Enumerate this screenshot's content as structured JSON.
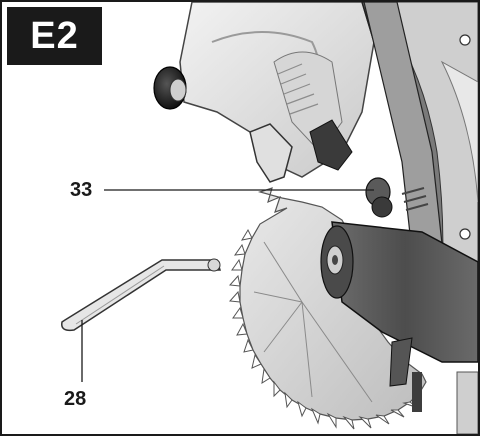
{
  "figure": {
    "tag": "E2"
  },
  "callouts": [
    {
      "id": "33",
      "label": "33"
    },
    {
      "id": "28",
      "label": "28"
    }
  ]
}
